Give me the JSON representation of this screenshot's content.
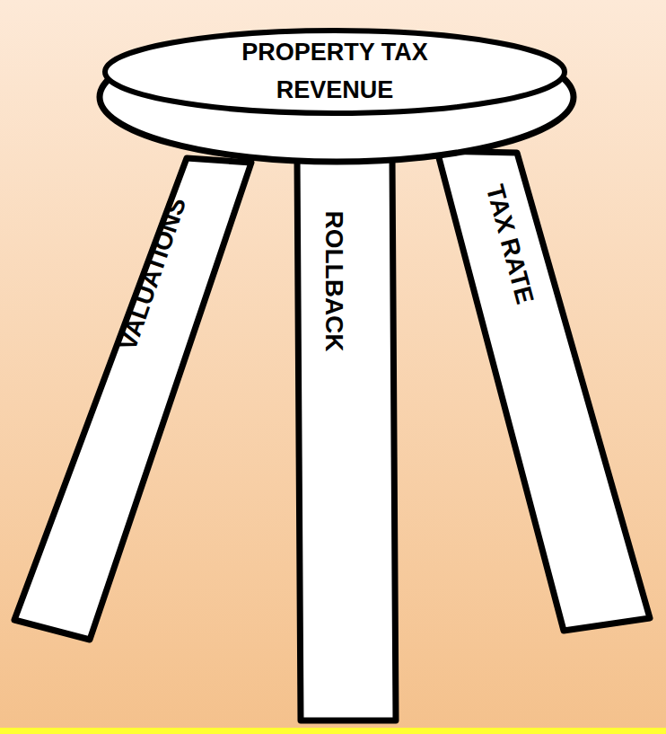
{
  "diagram": {
    "nodes": [
      {
        "text": [
          "PROPERTY TAX REVENUE"
        ]
      },
      {
        "text": [
          "VALUATIONS"
        ]
      },
      {
        "text": [
          "ROLLBACK"
        ]
      },
      {
        "text": [
          "TAX RATE"
        ]
      }
    ]
  }
}
